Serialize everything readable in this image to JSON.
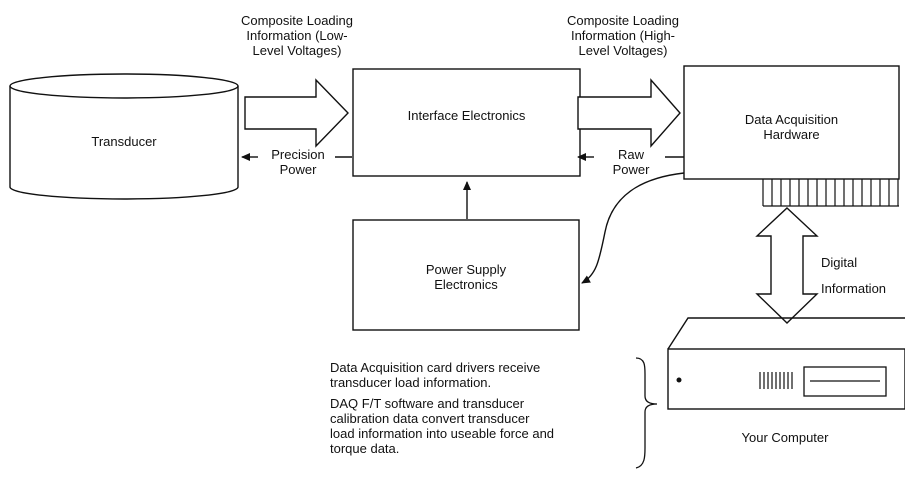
{
  "composite_low": {
    "line1": "Composite Loading",
    "line2": "Information (Low-",
    "line3": "Level Voltages)"
  },
  "composite_high": {
    "line1": "Composite Loading",
    "line2": "Information (High-",
    "line3": "Level Voltages)"
  },
  "transducer": {
    "label": "Transducer"
  },
  "interface": {
    "label": "Interface Electronics"
  },
  "daq": {
    "line1": "Data Acquisition",
    "line2": "Hardware"
  },
  "precision_power": {
    "line1": "Precision",
    "line2": "Power"
  },
  "raw_power": {
    "line1": "Raw",
    "line2": "Power"
  },
  "power_supply": {
    "line1": "Power Supply",
    "line2": "Electronics"
  },
  "digital_info": {
    "line1": "Digital",
    "line2": "Information"
  },
  "notes": {
    "note1_line1": "Data Acquisition card drivers receive",
    "note1_line2": "transducer load information.",
    "note2_line1": "DAQ F/T software and transducer",
    "note2_line2": "calibration data convert transducer",
    "note2_line3": "load information into useable force and",
    "note2_line4": "torque data."
  },
  "computer": {
    "label": "Your Computer"
  }
}
